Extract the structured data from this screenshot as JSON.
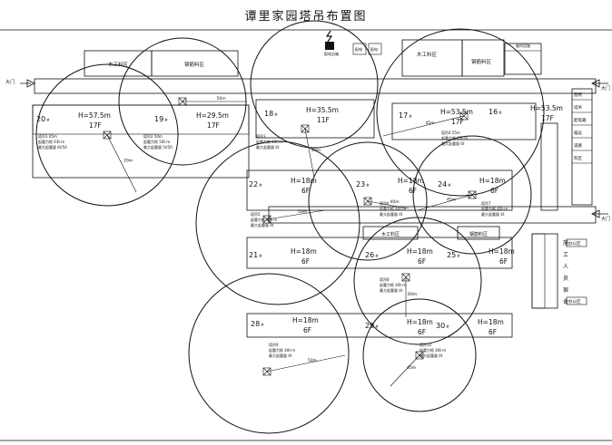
{
  "title": "谭里家园塔吊布置图",
  "gate_labels": [
    "大门",
    "大门",
    "大门"
  ],
  "power_labels": [
    "配电总箱",
    "配电",
    "配电"
  ],
  "top_area_labels": [
    "木工料区",
    "钢筋料区",
    "木工料区",
    "钢筋料区",
    "临时设施"
  ],
  "middle_area_labels": [
    "木工料区",
    "钢筋料区"
  ],
  "buildings": [
    {
      "num": "20",
      "unit": "#",
      "height": "H=57.5m",
      "floors": "17F"
    },
    {
      "num": "19",
      "unit": "#",
      "height": "H=29.5m",
      "floors": "17F"
    },
    {
      "num": "18",
      "unit": "#",
      "height": "H=35.5m",
      "floors": "11F"
    },
    {
      "num": "17",
      "unit": "#",
      "height": "H=53.5m",
      "floors": "17F"
    },
    {
      "num": "16",
      "unit": "#",
      "height": "H=53.5m",
      "floors": "17F"
    },
    {
      "num": "22",
      "unit": "#",
      "height": "H=18m",
      "floors": "6F"
    },
    {
      "num": "23",
      "unit": "#",
      "height": "H=18m",
      "floors": "6F"
    },
    {
      "num": "24",
      "unit": "#",
      "height": "H=18m",
      "floors": "6F"
    },
    {
      "num": "21",
      "unit": "#",
      "height": "H=18m",
      "floors": "6F"
    },
    {
      "num": "26",
      "unit": "#",
      "height": "H=18m",
      "floors": "6F"
    },
    {
      "num": "25",
      "unit": "#",
      "height": "H=18m",
      "floors": "6F"
    },
    {
      "num": "28",
      "unit": "#",
      "height": "H=18m",
      "floors": "6F"
    },
    {
      "num": "29",
      "unit": "#",
      "height": "H=18m",
      "floors": "6F"
    },
    {
      "num": "30",
      "unit": "#",
      "height": "H=18m",
      "floors": "6F"
    }
  ],
  "crane_notes": {
    "c20": [
      "塔吊1 65m",
      "起重力矩 63t·m",
      "最大起重量 6t/54"
    ],
    "c19": [
      "塔吊2 50m",
      "起重力矩 50t·m",
      "最大起重量 5t/50"
    ],
    "c18": [
      "塔吊3",
      "起重力矩 63t·m",
      "最大起重量 6t"
    ],
    "c17": [
      "塔吊4 55m",
      "起重力矩 63t·m",
      "最大起重量 6t"
    ],
    "c22": [
      "塔吊5",
      "起重力矩 40t·m",
      "最大起重量 4t"
    ],
    "c23": [
      "塔吊6",
      "起重力矩 40t·m",
      "最大起重量 4t"
    ],
    "c24": [
      "塔吊7",
      "起重力矩 40t·m",
      "最大起重量 4t"
    ],
    "c26": [
      "塔吊8",
      "起重力矩 40t·m",
      "最大起重量 4t"
    ],
    "c28": [
      "塔吊9",
      "起重力矩 40t·m",
      "最大起重量 4t"
    ],
    "c29": [
      "塔吊10",
      "起重力矩 40t·m",
      "最大起重量 4t"
    ]
  },
  "radius_labels": [
    "20m",
    "50m",
    "40m",
    "45m",
    "50m",
    "40m",
    "45m",
    "60m",
    "50m",
    "40m"
  ],
  "legend_right": [
    "图例",
    "塔吊",
    "配电箱",
    "临设",
    "道路",
    "料区"
  ],
  "legend_side": [
    "施",
    "工",
    "人",
    "员",
    "宿",
    "舍"
  ],
  "office_labels": [
    "办公区",
    "办公区"
  ]
}
